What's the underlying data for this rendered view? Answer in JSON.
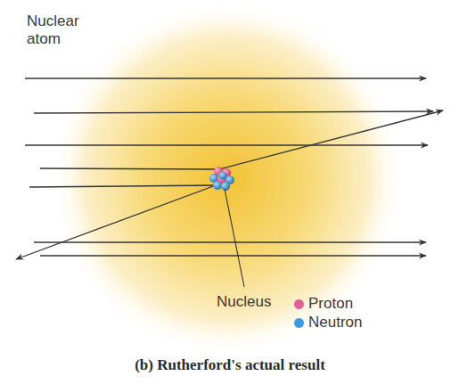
{
  "diagram": {
    "caption": "(b) Rutherford's actual result",
    "labels": [
      "Nuclear atom",
      "Nucleus"
    ],
    "legend": [
      {
        "text": "Proton",
        "color": "#e0609a"
      },
      {
        "text": "Neutron",
        "color": "#3d9be0"
      }
    ]
  }
}
